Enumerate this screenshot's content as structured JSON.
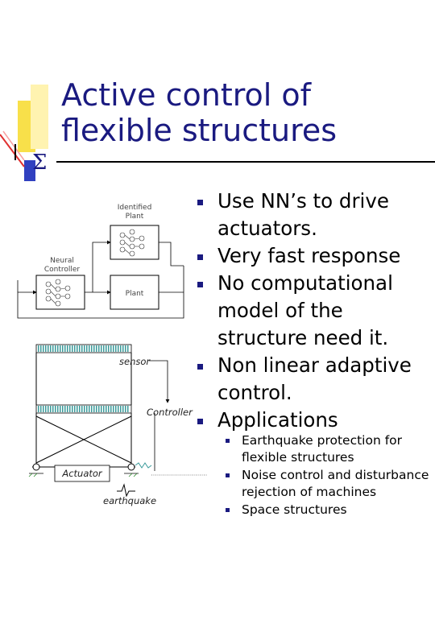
{
  "slide": {
    "title_line1": "Active control of",
    "title_line2": "flexible structures",
    "logo_symbol": "Σ"
  },
  "diagram": {
    "identified_plant": [
      "Identified",
      "Plant"
    ],
    "neural_controller": [
      "Neural",
      "Controller"
    ],
    "plant": "Plant",
    "sensor": "sensor",
    "controller": "Controller",
    "actuator": "Actuator",
    "earthquake": "earthquake"
  },
  "bullets": [
    "Use NN’s to drive actuators.",
    "Very fast response",
    "No computational model of the structure need it.",
    "Non linear adaptive control.",
    "Applications"
  ],
  "sub_bullets": [
    "Earthquake protection for flexible structures",
    "Noise control and disturbance rejection of machines",
    "Space structures"
  ],
  "colors": {
    "title": "#1a1a80",
    "bullet": "#1a1a80",
    "logo_yellow": "#f8e04a",
    "logo_blue": "#3040c0",
    "logo_red": "#e03030"
  }
}
